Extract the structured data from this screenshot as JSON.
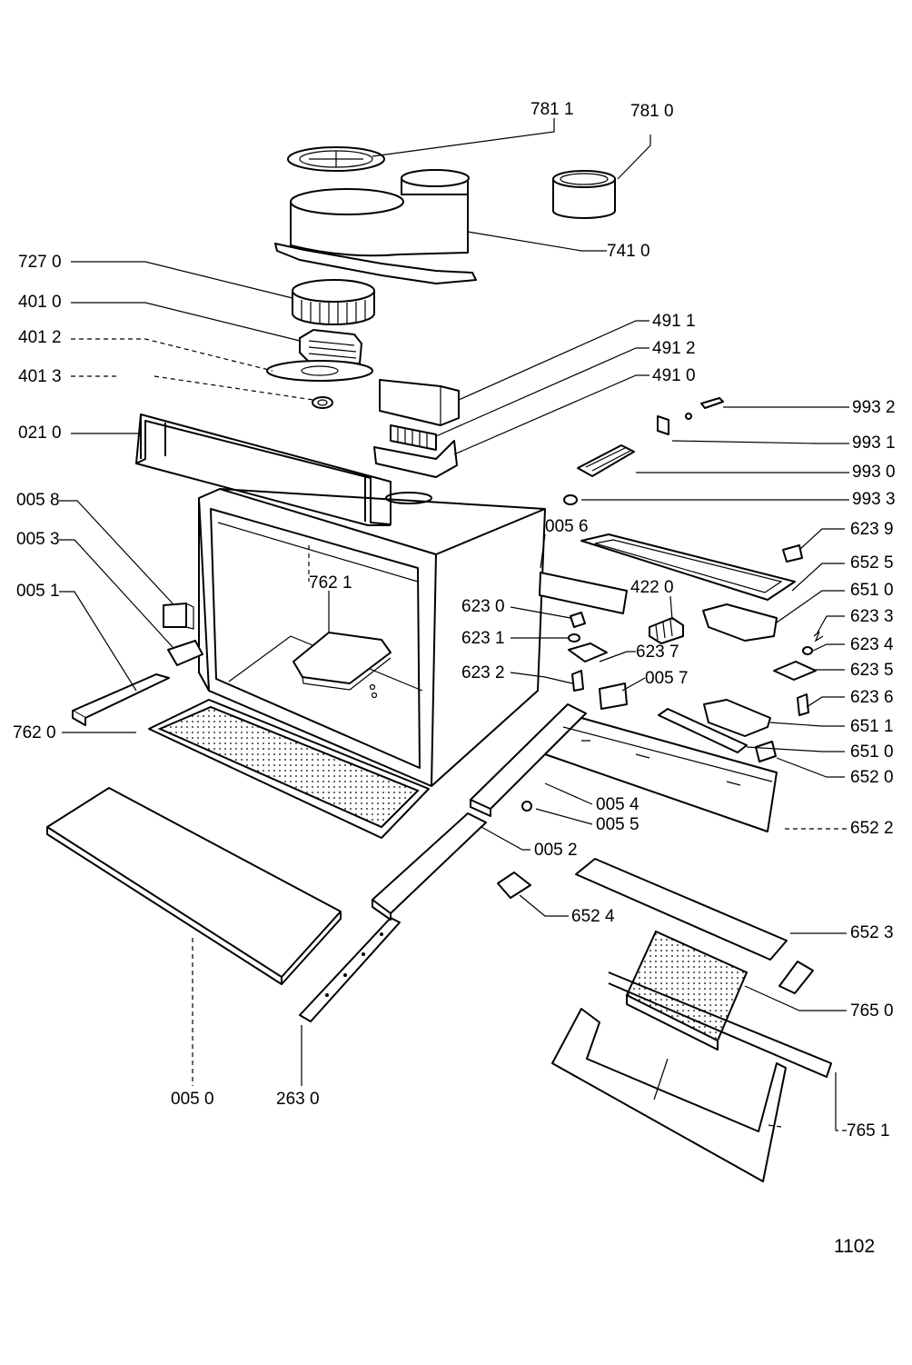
{
  "labels": {
    "l7811": "781 1",
    "l7810": "781 0",
    "l7410": "741 0",
    "l7270": "727 0",
    "l4010": "401 0",
    "l4012": "401 2",
    "l4013": "401 3",
    "l4911": "491 1",
    "l4912": "491 2",
    "l4910": "491 0",
    "l9932": "993 2",
    "l9931": "993 1",
    "l9930": "993 0",
    "l9933": "993 3",
    "l0210": "021 0",
    "l0058": "005 8",
    "l0053": "005 3",
    "l0051": "005 1",
    "l0056": "005 6",
    "l6239": "623 9",
    "l6525": "652 5",
    "l6510a": "651 0",
    "l7621": "762 1",
    "l6230": "623 0",
    "l4220": "422 0",
    "l6233": "623 3",
    "l6231": "623 1",
    "l6234": "623 4",
    "l6237": "623 7",
    "l6235": "623 5",
    "l6232": "623 2",
    "l0057": "005 7",
    "l6236": "623 6",
    "l6511": "651 1",
    "l7620": "762 0",
    "l6510b": "651 0",
    "l6520": "652 0",
    "l0054": "005 4",
    "l0055": "005 5",
    "l6522": "652 2",
    "l0052": "005 2",
    "l6524": "652 4",
    "l6523": "652 3",
    "l7650": "765 0",
    "l7651": "765 1",
    "l0050": "005 0",
    "l2630": "263 0"
  },
  "page_number": "1102"
}
